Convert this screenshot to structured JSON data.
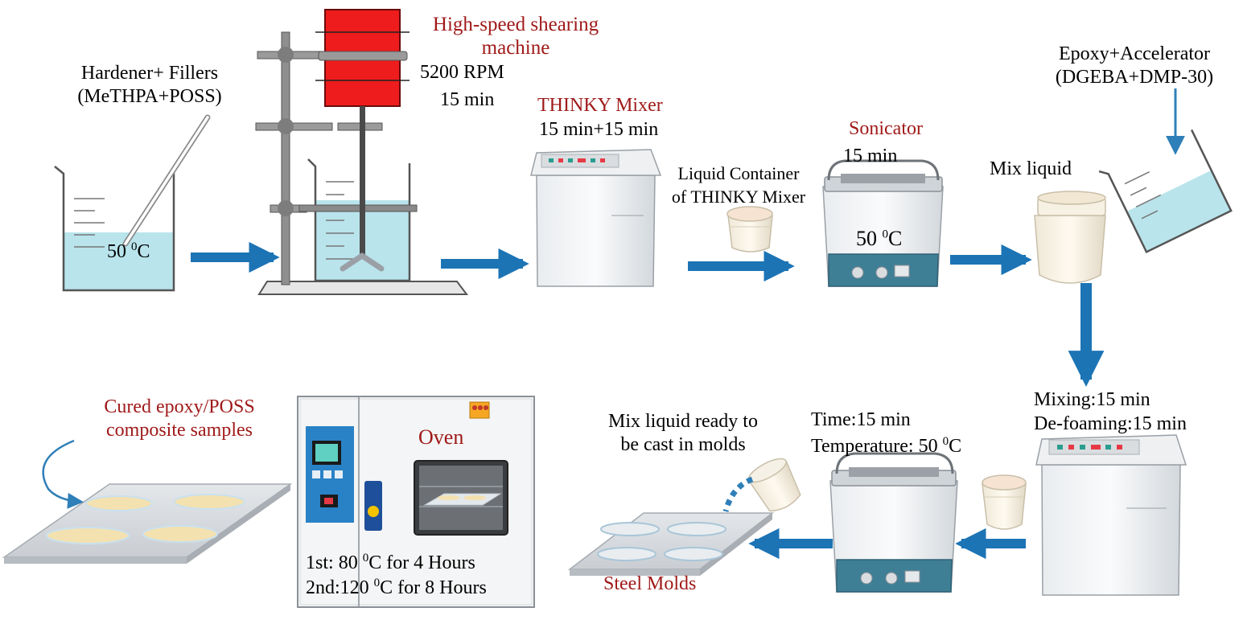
{
  "colors": {
    "arrow": "#1c74b5",
    "water": "#b9e4ec",
    "machine_red": "#ee1c1c",
    "label_red": "#a01a1a",
    "mold_plate": "#dde0e3",
    "sample": "#f4e1b0",
    "panel_blue": "#2a82c6",
    "base_teal": "#3f7f96"
  },
  "icons": [
    "beaker-icon",
    "ring-stand-icon",
    "shearing-motor-icon",
    "stirrer-icon",
    "thinky-mixer-icon",
    "container-cup-icon",
    "sonicator-bath-icon",
    "oven-icon",
    "mold-plate-icon",
    "flow-arrow-icon",
    "pour-arrow-icon"
  ],
  "labels": {
    "hardener_line1": "Hardener+ Fillers",
    "hardener_line2": "(MeTHPA+POSS)",
    "beaker_temp": "50 ",
    "temp_unit": "C",
    "temp_sup": "0",
    "shear_title_line1": "High-speed shearing",
    "shear_title_line2": "machine",
    "shear_rpm": "5200 RPM",
    "shear_time": "15 min",
    "thinky_title": "THINKY Mixer",
    "thinky_time": "15 min+15 min",
    "container_line1": "Liquid Container",
    "container_line2": "of THINKY Mixer",
    "sonicator_title": "Sonicator",
    "sonicator_time": "15 min",
    "sonicator_temp": "50 ",
    "epoxy_line1": "Epoxy+Accelerator",
    "epoxy_line2": "(DGEBA+DMP-30)",
    "mix_liquid": "Mix liquid",
    "mixing": "Mixing:15 min",
    "defoaming": "De-foaming:15 min",
    "time2": "Time:15 min",
    "temperature2": "Temperature: 50 ",
    "ready_line1": "Mix liquid ready to",
    "ready_line2": "be cast in molds",
    "steel_molds": "Steel Molds",
    "oven_title": "Oven",
    "oven_1st_label": "1st:",
    "oven_1st_value": " 80 ",
    "oven_1st_rest": "C for 4 Hours",
    "oven_2nd_label": "2nd:",
    "oven_2nd_value": "120 ",
    "oven_2nd_rest": "C for 8 Hours",
    "cured_line1": "Cured epoxy/POSS",
    "cured_line2": "composite samples"
  }
}
